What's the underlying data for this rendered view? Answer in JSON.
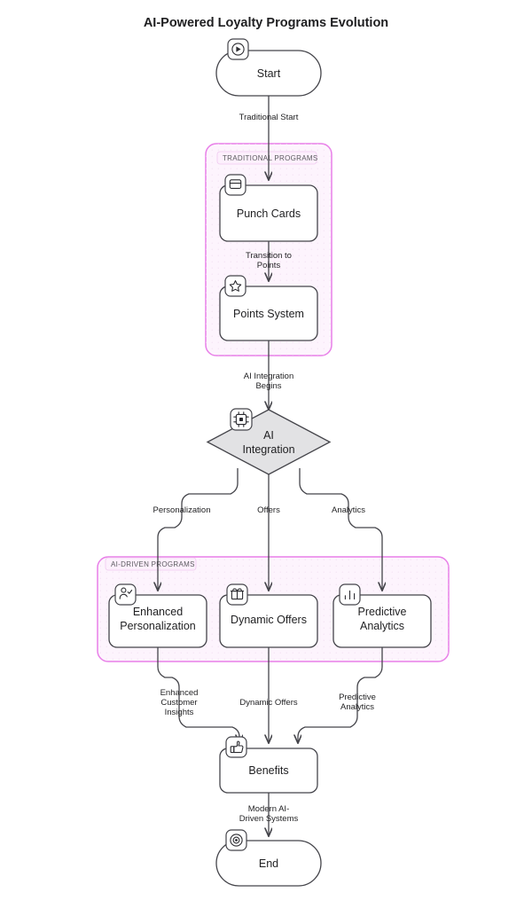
{
  "diagram": {
    "title": "AI-Powered Loyalty Programs Evolution",
    "type": "flowchart",
    "direction": "top-down",
    "theme": {
      "background": "#ffffff",
      "node_fill": "#ffffff",
      "node_stroke": "#44444a",
      "decision_fill": "#e2e2e4",
      "cluster_stroke": "#e87fe8",
      "cluster_fill": "#fdf4fd",
      "text": "#1f1f21"
    }
  },
  "nodes": {
    "start": {
      "label": "Start",
      "shape": "stadium",
      "icon": "play-circle-icon"
    },
    "punch_cards": {
      "label": "Punch Cards",
      "shape": "rounded-rect",
      "icon": "credit-card-icon"
    },
    "points_system": {
      "label": "Points System",
      "shape": "rounded-rect",
      "icon": "star-icon"
    },
    "ai_integration": {
      "label_line1": "AI",
      "label_line2": "Integration",
      "shape": "diamond",
      "icon": "cpu-chip-icon"
    },
    "enhanced_personalization": {
      "label_line1": "Enhanced",
      "label_line2": "Personalization",
      "shape": "rounded-rect",
      "icon": "user-check-icon"
    },
    "dynamic_offers": {
      "label": "Dynamic Offers",
      "shape": "rounded-rect",
      "icon": "gift-icon"
    },
    "predictive_analytics": {
      "label_line1": "Predictive",
      "label_line2": "Analytics",
      "shape": "rounded-rect",
      "icon": "bar-chart-icon"
    },
    "benefits": {
      "label": "Benefits",
      "shape": "rounded-rect",
      "icon": "thumbs-up-icon"
    },
    "end": {
      "label": "End",
      "shape": "stadium",
      "icon": "target-icon"
    }
  },
  "clusters": {
    "traditional": {
      "label": "TRADITIONAL PROGRAMS"
    },
    "ai_driven": {
      "label": "AI-DRIVEN PROGRAMS"
    }
  },
  "edges": {
    "start_to_punch": {
      "label": "Traditional Start"
    },
    "punch_to_points_l1": {
      "label": "Transition to"
    },
    "punch_to_points_l2": {
      "label": "Points"
    },
    "points_to_ai_l1": {
      "label": "AI Integration"
    },
    "points_to_ai_l2": {
      "label": "Begins"
    },
    "ai_to_personalization": {
      "label": "Personalization"
    },
    "ai_to_offers": {
      "label": "Offers"
    },
    "ai_to_analytics": {
      "label": "Analytics"
    },
    "personalization_to_benefits_l1": {
      "label": "Enhanced"
    },
    "personalization_to_benefits_l2": {
      "label": "Customer"
    },
    "personalization_to_benefits_l3": {
      "label": "Insights"
    },
    "offers_to_benefits": {
      "label": "Dynamic Offers"
    },
    "analytics_to_benefits_l1": {
      "label": "Predictive"
    },
    "analytics_to_benefits_l2": {
      "label": "Analytics"
    },
    "benefits_to_end_l1": {
      "label": "Modern AI-"
    },
    "benefits_to_end_l2": {
      "label": "Driven Systems"
    }
  }
}
